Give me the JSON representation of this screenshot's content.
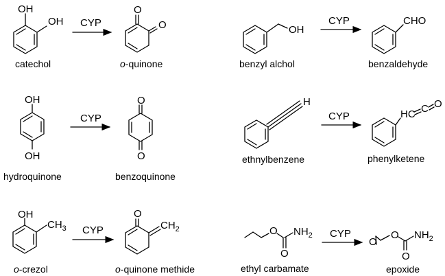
{
  "enzyme": "CYP",
  "reactions": [
    {
      "substrate": "catechol",
      "product_prefix": "o",
      "product_rest": "-quinone"
    },
    {
      "substrate": "benzyl alchol",
      "product": "benzaldehyde"
    },
    {
      "substrate": "hydroquinone",
      "product": "benzoquinone"
    },
    {
      "substrate": "ethnylbenzene",
      "product": "phenylketene"
    },
    {
      "substrate_prefix": "o",
      "substrate_rest": "-crezol",
      "product_prefix": "o",
      "product_rest": "-quinone methide"
    },
    {
      "substrate": "ethyl carbamate",
      "product": "epoxide"
    }
  ],
  "atoms": {
    "OH": "OH",
    "O": "O",
    "H": "H",
    "CHO": "CHO",
    "HC": "HC",
    "C": "C",
    "CH": "CH",
    "CH_sub": "3",
    "CH2_sub": "2",
    "NH": "NH",
    "NH_sub": "2"
  }
}
